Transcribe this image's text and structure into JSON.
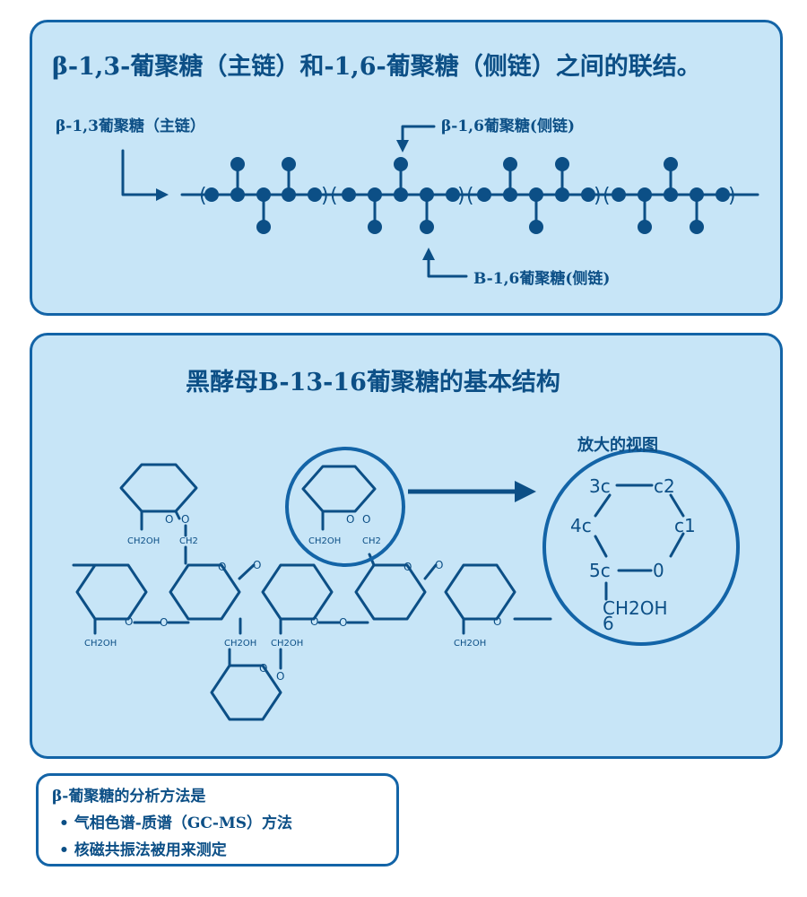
{
  "top_panel": {
    "title": "β-1,3-葡聚糖（主链）和-1,6-葡聚糖（侧链）之间的联结。",
    "main_chain_label": "β-1,3葡聚糖（主链）",
    "side_chain_top_label": "β-1,6葡聚糖(侧链)",
    "side_chain_bottom_label": "B-1,6葡聚糖(侧链)"
  },
  "mid_panel": {
    "title": "黑酵母B-13-16葡聚糖的基本结构",
    "zoom_label": "放大的视图",
    "ring_o": "O",
    "ch2oh": "CH2OH",
    "ch2": "CH2",
    "zoom_atoms": {
      "c3": "3c",
      "c2": "c2",
      "c4": "4c",
      "c1": "c1",
      "c5": "5c",
      "o": "0",
      "ch2oh": "CH2OH",
      "c6": "6"
    }
  },
  "bottom_panel": {
    "title": "β-葡聚糖的分析方法是",
    "items": [
      "• 气相色谱-质谱（GC-MS）方法",
      "• 核磁共振法被用来测定"
    ]
  },
  "colors": {
    "panel_fill": "#c7e5f7",
    "panel_border": "#1364a7",
    "ink": "#0c4f86"
  }
}
